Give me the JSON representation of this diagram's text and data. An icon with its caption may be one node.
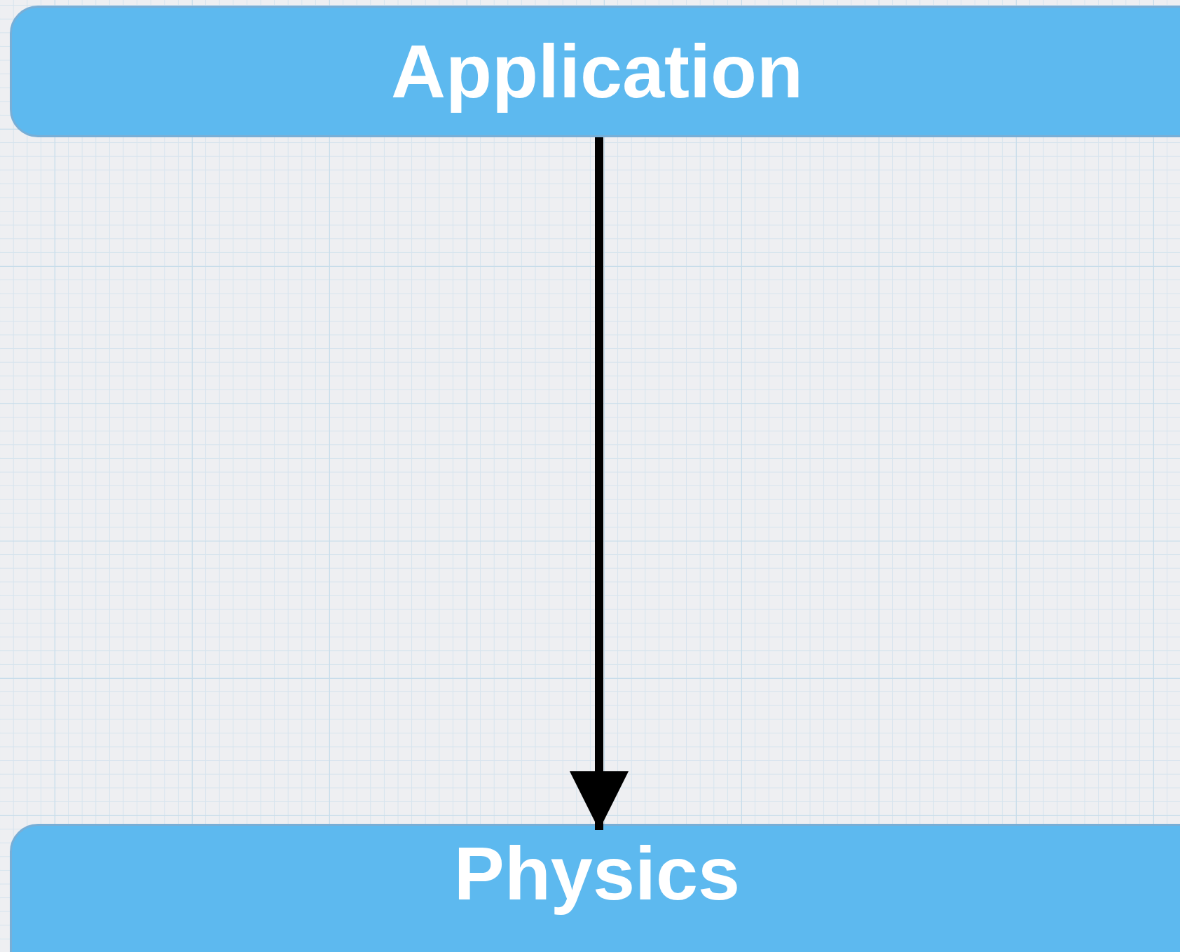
{
  "diagram": {
    "nodes": [
      {
        "text": [
          "Application"
        ]
      },
      {
        "text": [
          "Physics"
        ]
      }
    ],
    "edges": [
      {
        "from": 0,
        "to": 1,
        "arrow": "to"
      }
    ]
  }
}
